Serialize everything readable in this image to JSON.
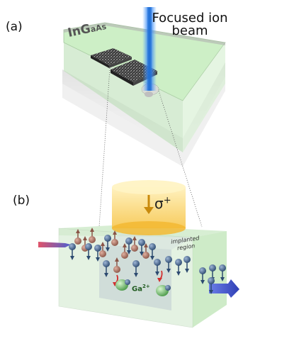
{
  "panels": {
    "a": {
      "label": "(a)"
    },
    "b": {
      "label": "(b)"
    }
  },
  "beam": {
    "label_line1": "Focused ion",
    "label_line2": "beam",
    "color": "#1f6fd6"
  },
  "sample": {
    "material_big": "InG",
    "material_small": "aAs",
    "layer_color": "#c8eec0"
  },
  "excitation": {
    "symbol": "σ",
    "superscript": "+",
    "color": "#f6c343"
  },
  "implant": {
    "region_line1": "implanted",
    "region_line2": "region",
    "ion_symbol": "Ga",
    "ion_charge": "2+"
  },
  "spins": {
    "brown_color": "#a0685a",
    "blue_color": "#3f5f86"
  }
}
